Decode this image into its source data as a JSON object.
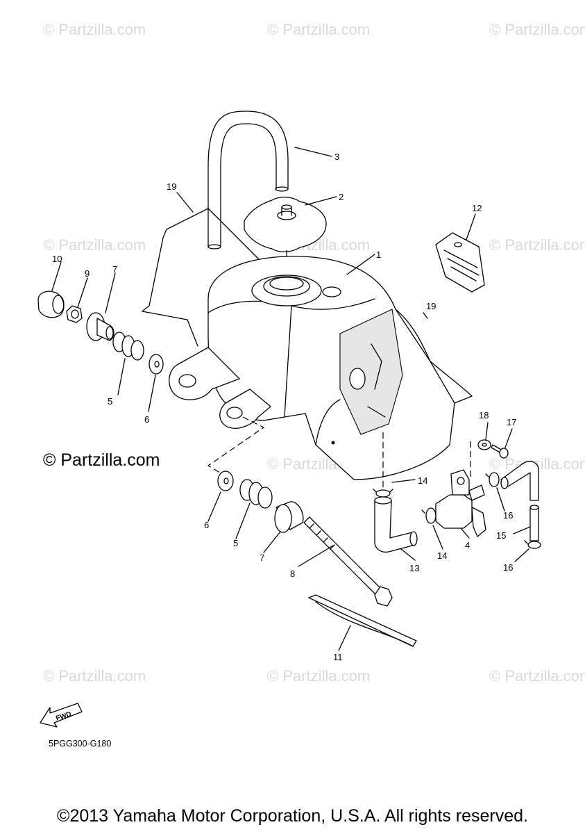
{
  "watermark": {
    "text": "© Partzilla.com",
    "prominent_text": "© Partzilla.com"
  },
  "callouts": [
    "1",
    "2",
    "3",
    "4",
    "5",
    "5",
    "6",
    "6",
    "7",
    "7",
    "8",
    "9",
    "10",
    "11",
    "12",
    "13",
    "14",
    "14",
    "15",
    "16",
    "16",
    "17",
    "18",
    "19",
    "19"
  ],
  "fwd_label": "FWD",
  "part_code": "5PGG300-G180",
  "footer": "©2013 Yamaha Motor Corporation, U.S.A. All rights reserved."
}
